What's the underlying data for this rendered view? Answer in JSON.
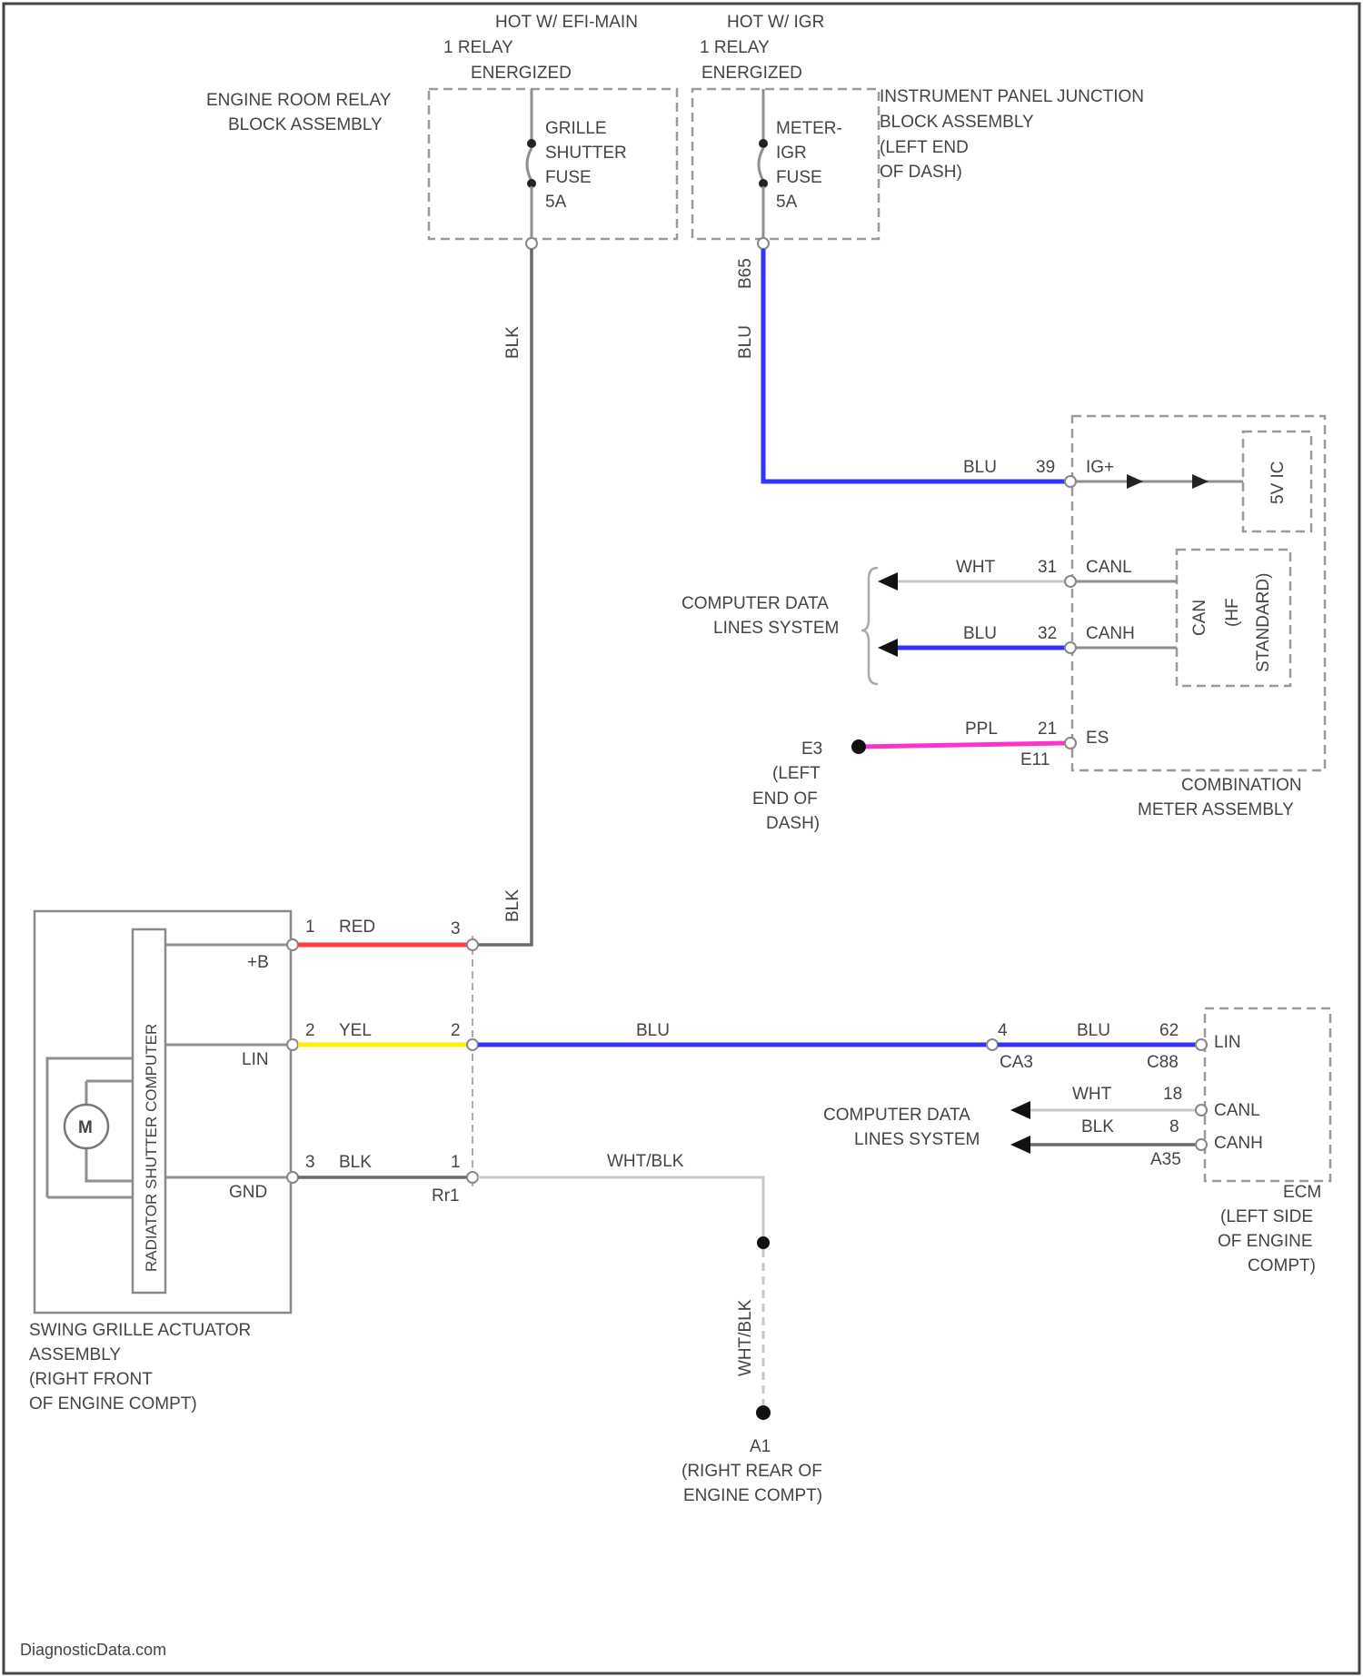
{
  "fuses": [
    {
      "hot": "HOT W/ EFI-MAIN",
      "relay": "1 RELAY",
      "energized": "ENERGIZED",
      "block": [
        "ENGINE ROOM RELAY",
        "BLOCK ASSEMBLY"
      ],
      "name": [
        "GRILLE",
        "SHUTTER",
        "FUSE",
        "5A"
      ]
    },
    {
      "hot": "HOT W/ IGR",
      "relay": "1 RELAY",
      "energized": "ENERGIZED",
      "block": [
        "INSTRUMENT PANEL JUNCTION",
        "BLOCK ASSEMBLY",
        "(LEFT END",
        "OF DASH)"
      ],
      "name": [
        "METER-",
        "IGR",
        "FUSE",
        "5A"
      ]
    }
  ],
  "wires": {
    "blk_vertical_1": "BLK",
    "blk_vertical_2": "BLK",
    "blu_vertical": "BLU",
    "b65": "B65",
    "blu_ig": "BLU",
    "wht_canl": "WHT",
    "blu_canh": "BLU",
    "ppl_es": "PPL",
    "red": "RED",
    "yel": "YEL",
    "blu_lin": "BLU",
    "blu_lin2": "BLU",
    "wht_canl2": "WHT",
    "blk_canh2": "BLK",
    "blk_gnd": "BLK",
    "wht_blk_h": "WHT/BLK",
    "wht_blk_v": "WHT/BLK"
  },
  "meter": {
    "pins": {
      "ig": "39",
      "canl": "31",
      "canh": "32",
      "es": "21"
    },
    "signals": {
      "ig": "IG+",
      "canl": "CANL",
      "canh": "CANH",
      "es": "ES"
    },
    "connector": "E11",
    "internal_ic": "5V IC",
    "can_box": [
      "CAN",
      "(HF",
      "STANDARD)"
    ],
    "label": [
      "COMBINATION",
      "METER ASSEMBLY"
    ]
  },
  "computer_data_1": [
    "COMPUTER DATA",
    "LINES SYSTEM"
  ],
  "computer_data_2": [
    "COMPUTER DATA",
    "LINES SYSTEM"
  ],
  "ground_e3": [
    "E3",
    "(LEFT",
    "END OF",
    "DASH)"
  ],
  "actuator": {
    "pins": {
      "b": "1",
      "lin": "2",
      "gnd": "3"
    },
    "terminals": {
      "b": "+B",
      "lin": "LIN",
      "gnd": "GND"
    },
    "computer": "RADIATOR SHUTTER COMPUTER",
    "motor": "M",
    "label": [
      "SWING GRILLE ACTUATOR",
      "ASSEMBLY",
      "(RIGHT FRONT",
      "OF ENGINE COMPT)"
    ]
  },
  "junction": {
    "pin3": "3",
    "pin2": "2",
    "pin1": "1",
    "connector": "Rr1"
  },
  "ca3": {
    "pin": "4",
    "connector": "CA3"
  },
  "ecu": {
    "lin_pin": "62",
    "lin_connector": "C88",
    "lin": "LIN",
    "canl_pin": "18",
    "canl": "CANL",
    "canh_pin": "8",
    "canh": "CANH",
    "can_connector": "A35",
    "label": [
      "ECM",
      "(LEFT SIDE",
      "OF ENGINE",
      "COMPT)"
    ]
  },
  "ground_a1": [
    "A1",
    "(RIGHT REAR OF",
    "ENGINE COMPT)"
  ],
  "footer": "DiagnosticData.com",
  "colors": {
    "red": "#ff3b3b",
    "yellow": "#ffee00",
    "blue": "#3333ff",
    "pink": "#ff33cc",
    "gray": "#8f8f8f"
  }
}
